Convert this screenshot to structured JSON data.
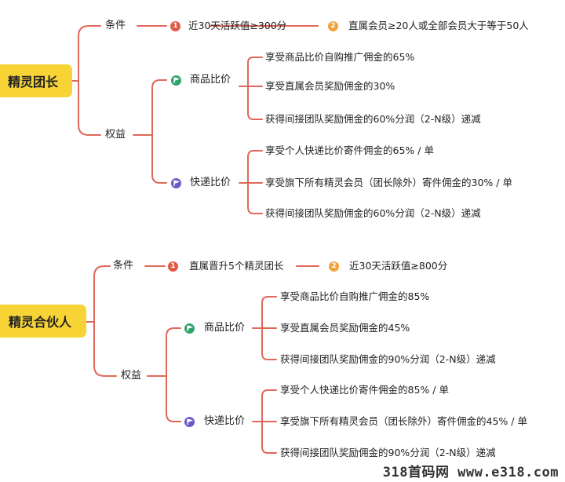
{
  "colors": {
    "line": "#e0685a",
    "root_bg": "#f7d335",
    "badge_one": "#e05a47",
    "badge_two": "#f0a33a",
    "flag_green": "#2fa36b",
    "flag_purple": "#6a59c6"
  },
  "icons": {
    "step_badges": [
      "number-1-badge-icon",
      "number-2-badge-icon"
    ],
    "category_flags": [
      "green-flag-icon",
      "purple-flag-icon"
    ]
  },
  "section1": {
    "root": "精灵团长",
    "condition_label": "条件",
    "conditions": [
      {
        "badge": "1",
        "text": "近30天活跃值≥300分"
      },
      {
        "badge": "2",
        "text": "直属会员≥20人或全部会员大于等于50人"
      }
    ],
    "benefits_label": "权益",
    "goods": {
      "label": "商品比价",
      "items": [
        "享受商品比价自购推广佣金的65%",
        "享受直属会员奖励佣金的30%",
        "获得间接团队奖励佣金的60%分润（2-N级）递减"
      ]
    },
    "express": {
      "label": "快递比价",
      "items": [
        "享受个人快递比价寄件佣金的65% / 单",
        "享受旗下所有精灵会员（团长除外）寄件佣金的30% / 单",
        "获得间接团队奖励佣金的60%分润（2-N级）递减"
      ]
    }
  },
  "section2": {
    "root": "精灵合伙人",
    "condition_label": "条件",
    "conditions": [
      {
        "badge": "1",
        "text": "直属晋升5个精灵团长"
      },
      {
        "badge": "2",
        "text": "近30天活跃值≥800分"
      }
    ],
    "benefits_label": "权益",
    "goods": {
      "label": "商品比价",
      "items": [
        "享受商品比价自购推广佣金的85%",
        "享受直属会员奖励佣金的45%",
        "获得间接团队奖励佣金的90%分润（2-N级）递减"
      ]
    },
    "express": {
      "label": "快递比价",
      "items": [
        "享受个人快递比价寄件佣金的85% / 单",
        "享受旗下所有精灵会员（团长除外）寄件佣金的45% / 单",
        "获得间接团队奖励佣金的90%分润（2-N级）递减"
      ]
    }
  },
  "watermark": "318首码网 www.e318.com"
}
